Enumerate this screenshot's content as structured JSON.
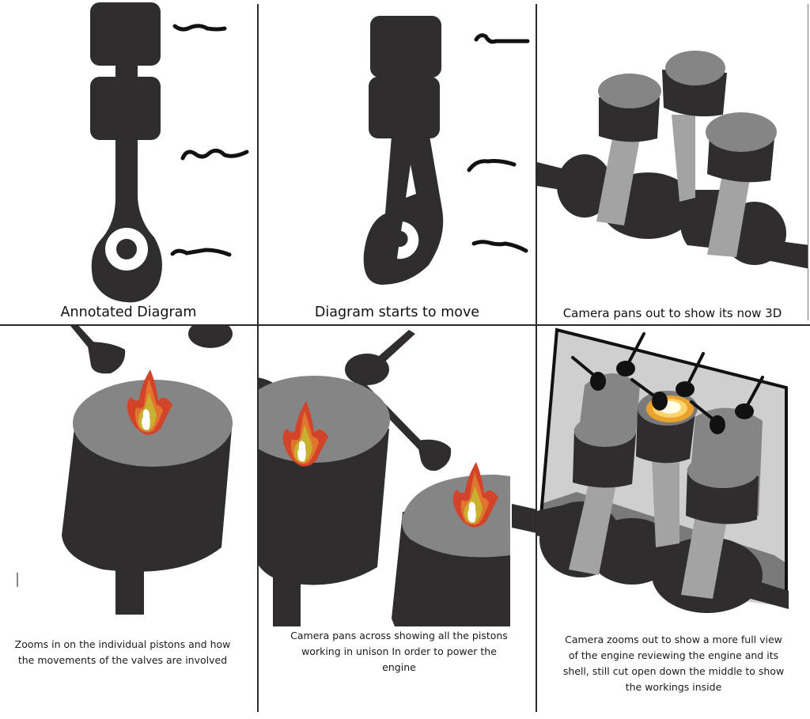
{
  "storyboard": {
    "frames": [
      {
        "id": 1,
        "caption": "Annotated Diagram",
        "subject": "piston-and-connecting-rod-2d",
        "annotations": [
          "scribble-label-1",
          "scribble-label-2",
          "scribble-label-3"
        ]
      },
      {
        "id": 2,
        "caption": "Diagram starts to move",
        "subject": "piston-and-connecting-rod-2d-moving",
        "annotations": [
          "scribble-label-1",
          "scribble-label-2",
          "scribble-label-3"
        ]
      },
      {
        "id": 3,
        "caption": "Camera pans out to show its now 3D",
        "subject": "three-pistons-on-crankshaft-3d"
      },
      {
        "id": 4,
        "caption": "Zooms in on the individual pistons and how the movements of the valves are involved",
        "caption_lines": [
          "Zooms in on the individual pistons and how",
          "the movements of the valves are involved"
        ],
        "subject": "single-piston-with-flame-and-valves"
      },
      {
        "id": 5,
        "caption": "Camera pans across showing all the pistons working in unison In order to power the engine",
        "caption_lines": [
          "Camera pans across showing all the pistons",
          "working in unison In order to power the",
          "engine"
        ],
        "subject": "two-pistons-with-flames-and-valves"
      },
      {
        "id": 6,
        "caption": "Camera zooms out to show a more full view of the engine reviewing the engine and its shell, still cut open down the middle to show the workings inside",
        "caption_lines": [
          "Camera zooms out to show a more full view",
          "of the engine reviewing the engine and its",
          "shell, still cut open down the middle to show",
          "the workings inside"
        ],
        "subject": "engine-cutaway-with-combustion"
      }
    ]
  },
  "colors": {
    "dark_part": "#2f2d2e",
    "piston_top": "#858585",
    "rod_light": "#a3a3a3",
    "shell_light": "#cfcfcf",
    "shell_mid": "#7a7a7a",
    "flame_outer": "#d2432a",
    "flame_mid": "#e0762e",
    "flame_inner": "#c9b030",
    "flame_core": "#ffffff",
    "explosion": "#f6a623",
    "divider": "#2b2b2b"
  }
}
